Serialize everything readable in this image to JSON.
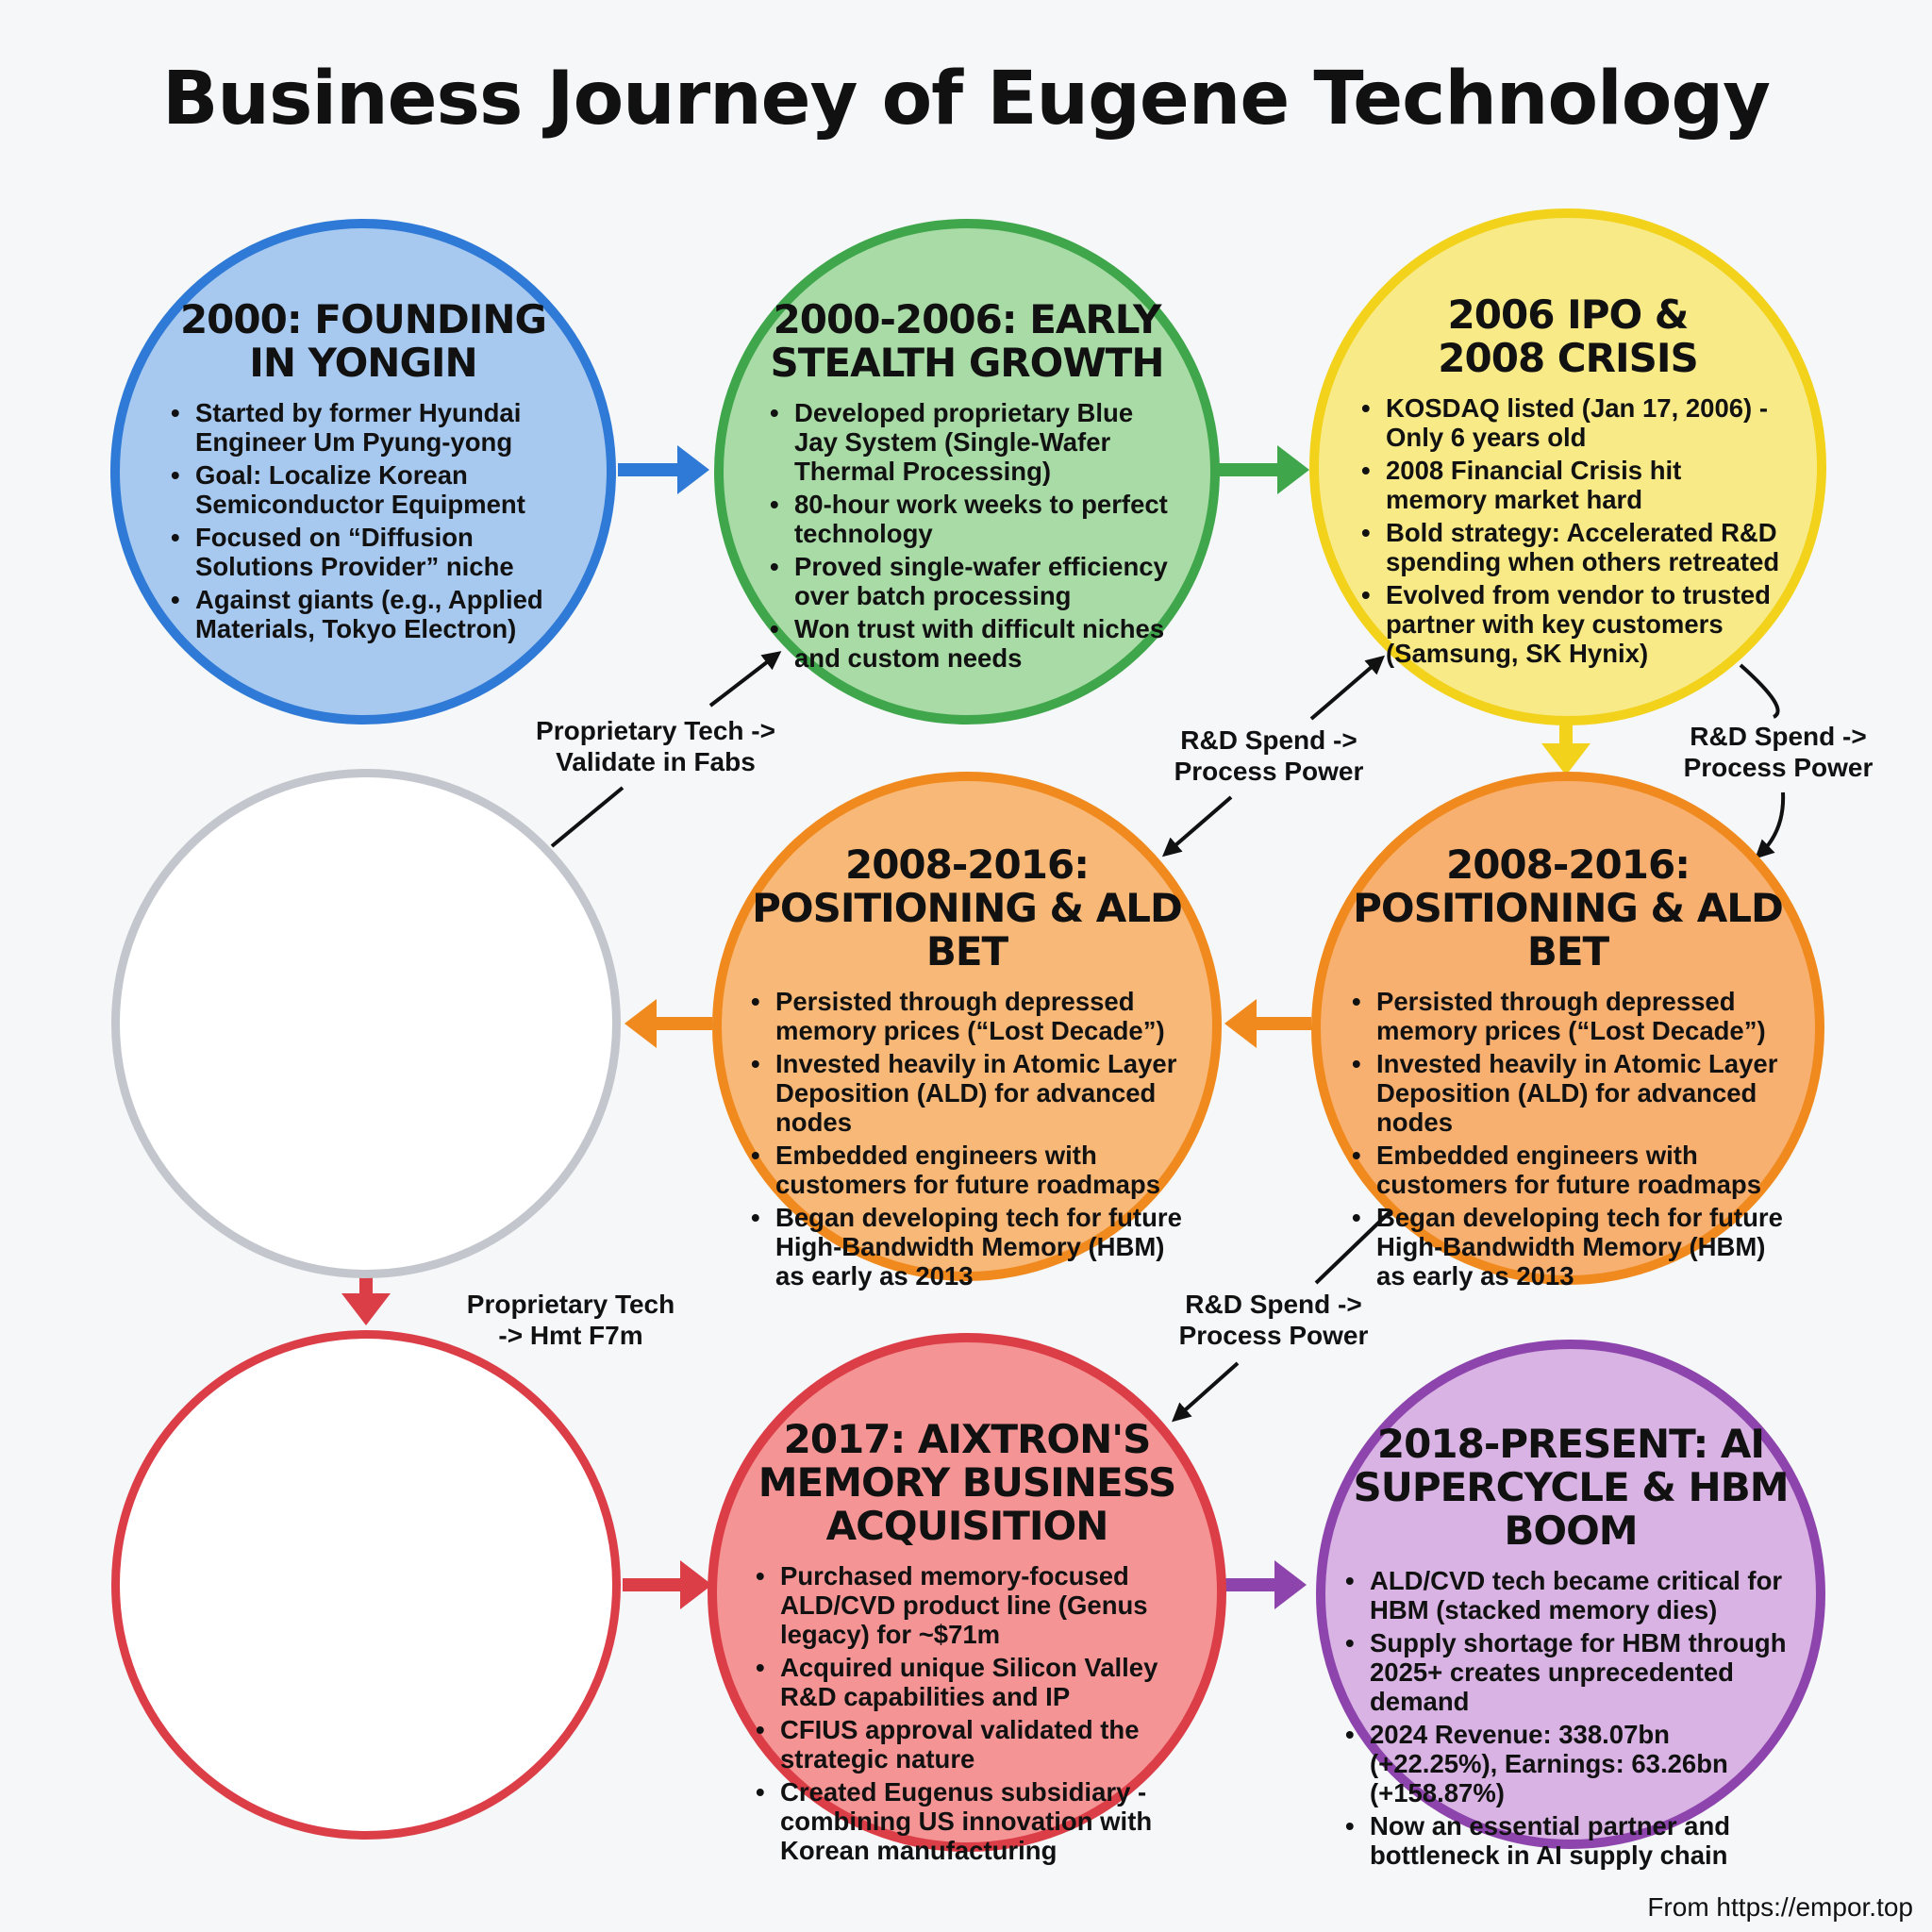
{
  "title": "Business Journey of Eugene Technology",
  "source": "From https://empor.top",
  "colors": {
    "blue": "#2f7ad6",
    "green": "#3fa64b",
    "yellow": "#f2d21a",
    "orange": "#f08a1e",
    "red": "#dc3e48",
    "purple": "#8e44ad",
    "gray": "#c3c6cc"
  },
  "stages": [
    {
      "title": "2000: FOUNDING\nIN YONGIN",
      "bullets": [
        "Started by former Hyundai Engineer Um Pyung-yong",
        "Goal: Localize Korean Semiconductor Equipment",
        "Focused on “Diffusion Solutions Provider” niche",
        "Against giants (e.g., Applied Materials, Tokyo Electron)"
      ]
    },
    {
      "title": "2000-2006: EARLY\nSTEALTH GROWTH",
      "bullets": [
        "Developed proprietary Blue Jay System (Single-Wafer Thermal Processing)",
        "80-hour work weeks to perfect technology",
        "Proved single-wafer efficiency over batch processing",
        "Won trust with difficult niches and custom needs"
      ]
    },
    {
      "title": "2006 IPO &\n2008 CRISIS",
      "bullets": [
        "KOSDAQ listed (Jan 17, 2006) - Only 6 years old",
        "2008 Financial Crisis hit memory market hard",
        "Bold strategy: Accelerated R&D spending when others retreated",
        "Evolved from vendor to trusted partner with key customers (Samsung, SK Hynix)"
      ]
    },
    {
      "title": "2008-2016:\nPOSITIONING & ALD BET",
      "bullets": [
        "Persisted through depressed memory prices (“Lost Decade”)",
        "Invested heavily in Atomic Layer Deposition (ALD) for advanced nodes",
        "Embedded engineers with customers for future roadmaps",
        "Began developing tech for future High-Bandwidth Memory (HBM) as early as 2013"
      ]
    },
    {
      "title": "2008-2016:\nPOSITIONING & ALD BET",
      "bullets": [
        "Persisted through depressed memory prices (“Lost Decade”)",
        "Invested heavily in Atomic Layer Deposition (ALD) for advanced nodes",
        "Embedded engineers with customers for future roadmaps",
        "Began developing tech for future High-Bandwidth Memory (HBM) as early as 2013"
      ]
    },
    {
      "title": "2017: AIXTRON'S\nMEMORY BUSINESS\nACQUISITION",
      "bullets": [
        "Purchased memory-focused ALD/CVD product line (Genus legacy) for ~$71m",
        "Acquired unique Silicon Valley R&D capabilities and IP",
        "CFIUS approval validated the strategic nature",
        "Created Eugenus subsidiary - combining US innovation with Korean manufacturing"
      ]
    },
    {
      "title": "2018-PRESENT: AI\nSUPERCYCLE & HBM\nBOOM",
      "bullets": [
        "ALD/CVD tech became critical for HBM (stacked memory dies)",
        "Supply shortage for HBM through 2025+ creates unprecedented demand",
        "2024 Revenue: 338.07bn (+22.25%), Earnings: 63.26bn (+158.87%)",
        "Now an essential partner and bottleneck in AI supply chain"
      ]
    }
  ],
  "connector_labels": [
    "Proprietary Tech ->\nValidate in Fabs",
    "R&D Spend ->\nProcess Power",
    "R&D Spend ->\nProcess Power",
    "Proprietary Tech\n-> Hmt F7m",
    "R&D Spend ->\nProcess Power"
  ]
}
